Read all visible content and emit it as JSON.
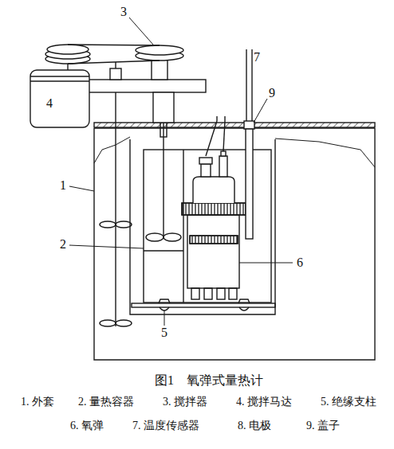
{
  "diagram": {
    "caption": "图1　氧弹式量热计",
    "labels": [
      "3",
      "7",
      "9",
      "4",
      "1",
      "2",
      "6",
      "5",
      "1. 外套",
      "2. 量热容器",
      "3. 搅拌器",
      "4. 搅拌马达",
      "5. 绝缘支柱",
      "6. 氧弹",
      "7. 温度传感器",
      "8. 电极",
      "9. 盖子"
    ]
  }
}
